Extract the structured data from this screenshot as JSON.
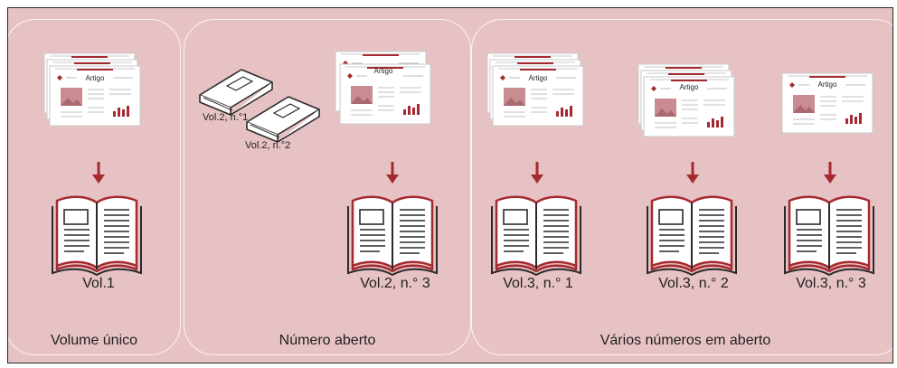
{
  "colors": {
    "background": "#e7c2c4",
    "accent": "#a52a2f",
    "paper": "#ffffff",
    "ink": "#1f1f1f"
  },
  "sections": [
    {
      "id": "volume-unico",
      "title": "Volume único",
      "items": [
        {
          "label": "Vol.1",
          "article_stack": 3
        }
      ]
    },
    {
      "id": "numero-aberto",
      "title": "Número aberto",
      "closed_books": [
        "Vol.2, n.°1",
        "Vol.2, n.°2"
      ],
      "items": [
        {
          "label": "Vol.2, n.° 3",
          "article_stack": 2
        }
      ]
    },
    {
      "id": "varios-numeros",
      "title": "Vários números em aberto",
      "items": [
        {
          "label": "Vol.3, n.° 1",
          "article_stack": 3
        },
        {
          "label": "Vol.3, n.° 2",
          "article_stack": 3
        },
        {
          "label": "Vol.3, n.° 3",
          "article_stack": 1
        }
      ]
    }
  ],
  "article_card_title": "Artigo",
  "icons": {
    "article": "article-card-icon",
    "arrow": "arrow-down-icon",
    "open_book": "open-book-icon",
    "closed_book": "closed-book-icon"
  }
}
